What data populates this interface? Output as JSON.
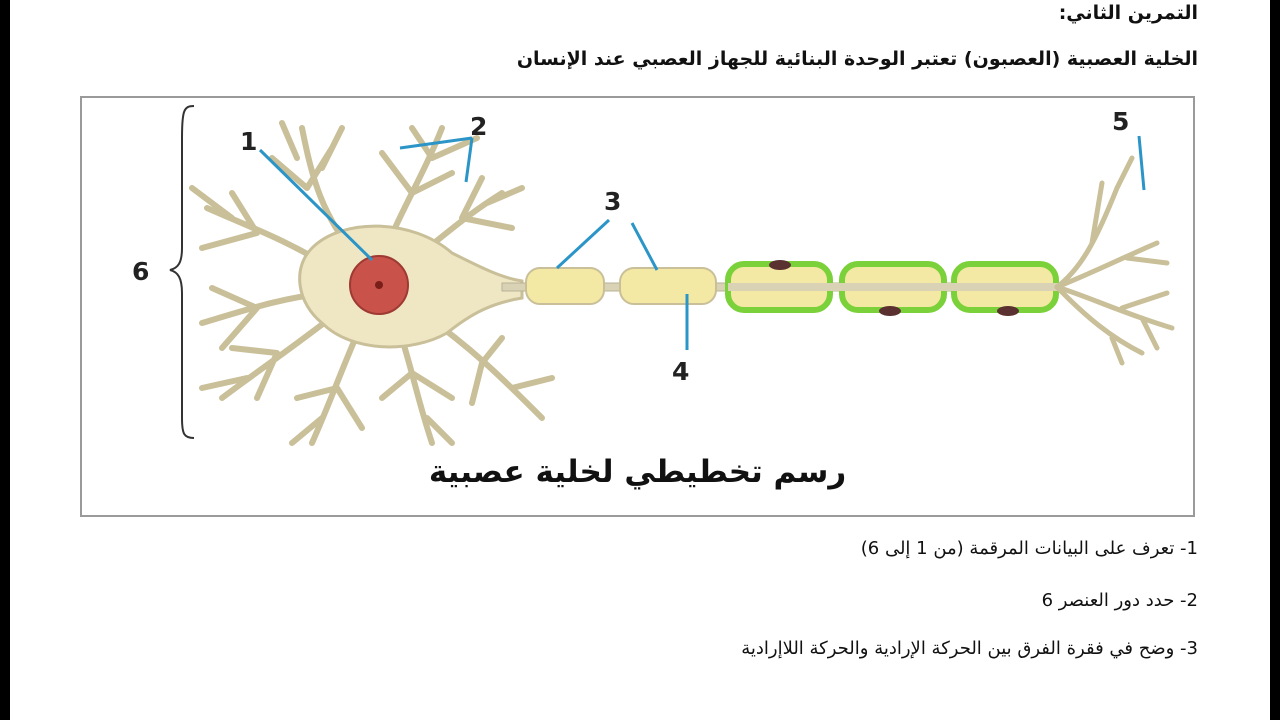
{
  "heading": "التمرين الثاني:",
  "intro": "الخلية العصبية (العصبون) تعتبر الوحدة البنائية للجهاز العصبي عند الإنسان",
  "figure": {
    "caption": "رسم تخطيطي لخلية عصبية",
    "labels": [
      "1",
      "2",
      "3",
      "4",
      "5",
      "6"
    ],
    "colors": {
      "cell_body": "#efe7c4",
      "nucleus": "#c9534a",
      "myelin_yellow": "#f3e9a4",
      "myelin_green": "#7bd13a",
      "leader_line": "#2b95c8"
    }
  },
  "questions": [
    "1- تعرف على البيانات المرقمة (من 1 إلى 6)",
    "2- حدد دور العنصر 6",
    "3- وضح في فقرة الفرق بين الحركة الإرادية والحركة اللاإرادية"
  ]
}
